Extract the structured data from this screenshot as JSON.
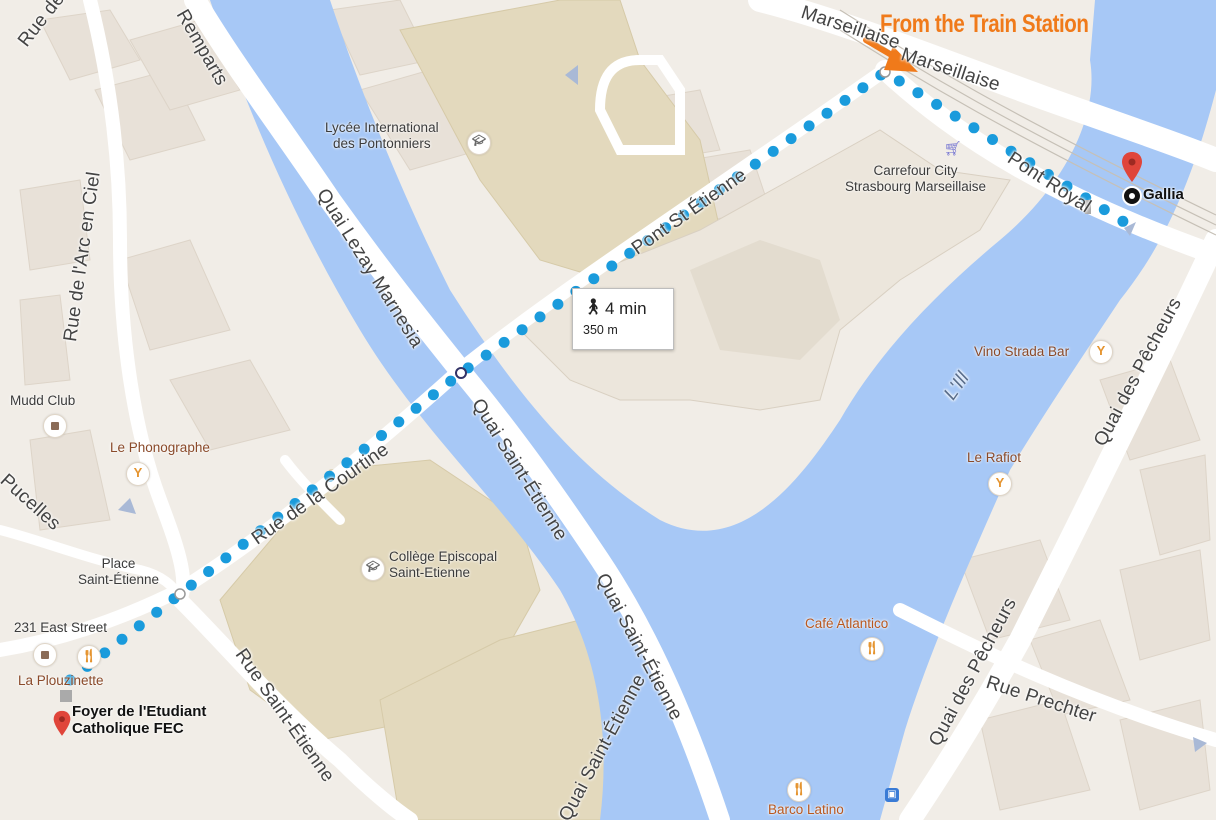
{
  "callout": {
    "text": "From the Train Station",
    "color": "#f07a1a"
  },
  "route": {
    "duration": "4 min",
    "distance": "350 m",
    "mode_icon": "walking-person-icon",
    "color": "#1a9bdc"
  },
  "destination": {
    "name": "Gallia",
    "pin_color": "#e0453a"
  },
  "origin": {
    "line1": "Foyer de l'Etudiant",
    "line2": "Catholique FEC",
    "pin_color": "#e0453a"
  },
  "water": {
    "color": "#a7c8f6",
    "river_name": "L'Ill"
  },
  "streets": {
    "rue_arc_1": "Rue de l'Arc en Ciel",
    "rue_arc_2": "Rue de l'Arc en Ciel",
    "remparts": "Remparts",
    "arseillaise_top": "Marseillaise",
    "marseillaise": "Marseillaise",
    "pont_st_etienne": "Pont St Étienne",
    "pont_royal": "Pont Royal",
    "quai_lezay": "Quai Lezay Marnesia",
    "quai_st_etienne_1": "Quai Saint-Étienne",
    "quai_st_etienne_2": "Quai Saint-Étienne",
    "quai_st_etienne_3": "Quai Saint-Étienne",
    "rue_courtine": "Rue de la Courtine",
    "rue_st_etienne": "Rue Saint-Étienne",
    "quai_pecheurs_1": "Quai des Pêcheurs",
    "quai_pecheurs_2": "Quai des Pêcheurs",
    "rue_prechter": "Rue Prechter",
    "pucelles": "Pucelles"
  },
  "pois": {
    "lycee": [
      "Lycée International",
      "des Pontonniers"
    ],
    "carrefour": [
      "Carrefour City",
      "Strasbourg Marseillaise"
    ],
    "mudd": "Mudd Club",
    "phonographe": "Le Phonographe",
    "place": [
      "Place",
      "Saint-Étienne"
    ],
    "east_street": "231 East Street",
    "plouzinette": "La Plouzinette",
    "college": [
      "Collège Episcopal",
      "Saint-Etienne"
    ],
    "vino": "Vino Strada Bar",
    "rafiot": "Le Rafiot",
    "atlantico": "Café Atlantico",
    "barco": "Barco Latino"
  },
  "icons": {
    "bar": "cocktail-glass-icon",
    "restaurant": "fork-knife-icon",
    "shop": "shopping-cart-icon",
    "school": "graduation-cap-icon",
    "generic": "square-marker-icon",
    "bus": "bus-icon"
  }
}
